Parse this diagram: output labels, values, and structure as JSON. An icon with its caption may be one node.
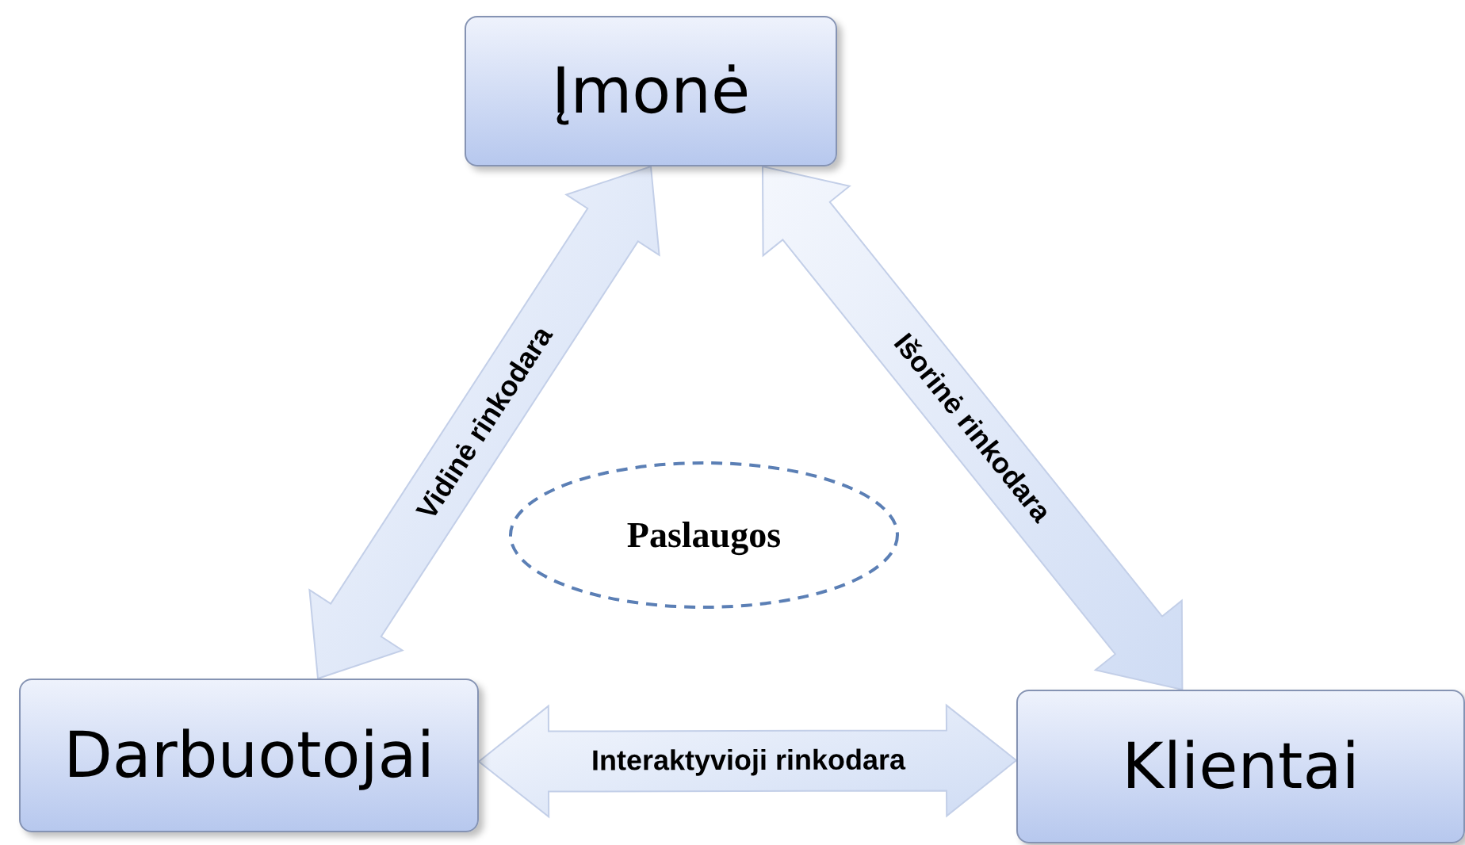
{
  "diagram": {
    "nodes": [
      {
        "text": [
          "Įmonė"
        ]
      },
      {
        "text": [
          "Darbuotojai"
        ]
      },
      {
        "text": [
          "Klientai"
        ]
      },
      {
        "text": [
          "Paslaugos"
        ]
      }
    ],
    "edges": [
      {
        "from": 1,
        "to": 0,
        "arrow": "both",
        "label": "Vidinė rinkodara",
        "style": "thick"
      },
      {
        "from": 0,
        "to": 2,
        "arrow": "both",
        "label": "Išorinė rinkodara",
        "style": "thick"
      },
      {
        "from": 1,
        "to": 2,
        "arrow": "both",
        "label": "Interaktyvioji rinkodara",
        "style": "thick"
      }
    ]
  }
}
